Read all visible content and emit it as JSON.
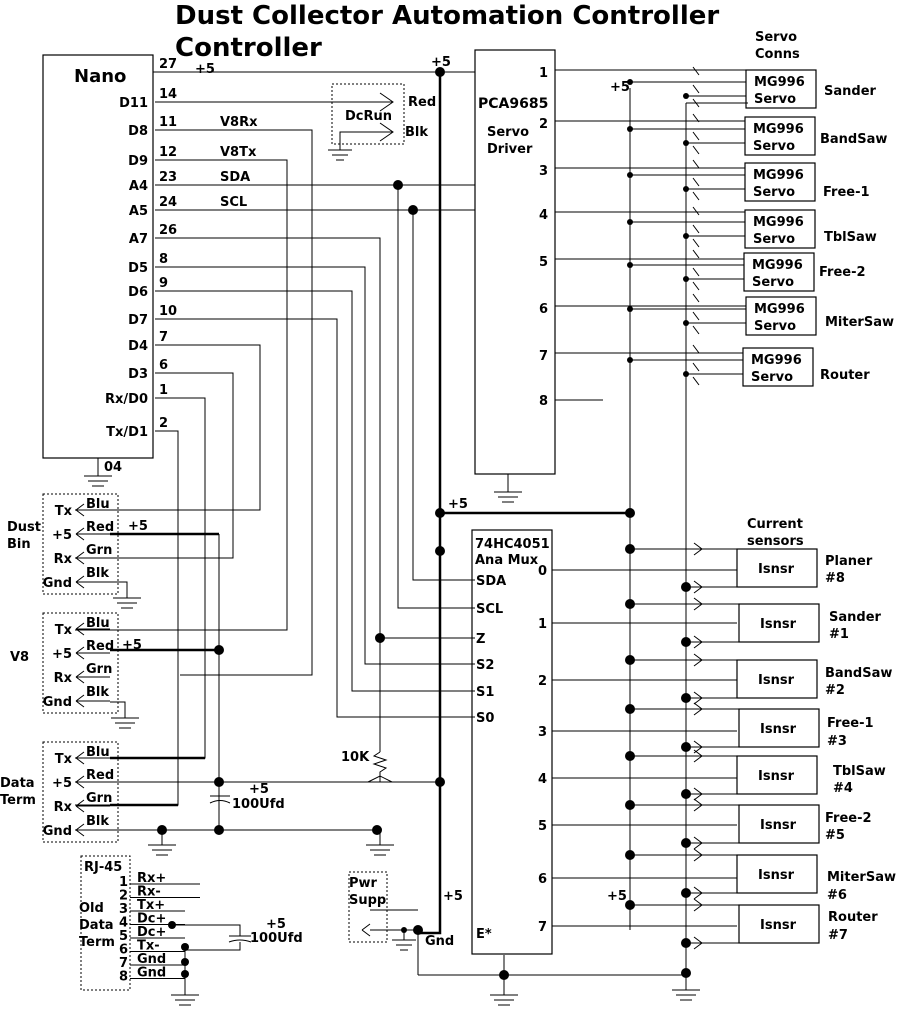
{
  "title": "Dust Collector Automation Controller",
  "nano": {
    "label": "Nano",
    "pins": [
      {
        "num": "27",
        "name": "",
        "net": "+5"
      },
      {
        "num": "14",
        "name": "D11",
        "net": ""
      },
      {
        "num": "11",
        "name": "D8",
        "net": "V8Rx"
      },
      {
        "num": "12",
        "name": "D9",
        "net": "V8Tx"
      },
      {
        "num": "23",
        "name": "A4",
        "net": "SDA"
      },
      {
        "num": "24",
        "name": "A5",
        "net": "SCL"
      },
      {
        "num": "26",
        "name": "A7",
        "net": ""
      },
      {
        "num": "8",
        "name": "D5",
        "net": ""
      },
      {
        "num": "9",
        "name": "D6",
        "net": ""
      },
      {
        "num": "10",
        "name": "D7",
        "net": ""
      },
      {
        "num": "7",
        "name": "D4",
        "net": ""
      },
      {
        "num": "6",
        "name": "D3",
        "net": ""
      },
      {
        "num": "1",
        "name": "Rx/D0",
        "net": ""
      },
      {
        "num": "2",
        "name": "Tx/D1",
        "net": ""
      }
    ],
    "gnd_pin": "04"
  },
  "dcrun": {
    "label": "DcRun",
    "red": "Red",
    "blk": "Blk"
  },
  "pca": {
    "name": "PCA9685",
    "sub1": "Servo",
    "sub2": "Driver",
    "pins": [
      "1",
      "2",
      "3",
      "4",
      "5",
      "6",
      "7",
      "8"
    ]
  },
  "servo_header": {
    "line1": "Servo",
    "line2": "Conns"
  },
  "servos": [
    {
      "line1": "MG996",
      "line2": "Servo",
      "tool": "Sander"
    },
    {
      "line1": "MG996",
      "line2": "Servo",
      "tool": "BandSaw"
    },
    {
      "line1": "MG996",
      "line2": "Servo",
      "tool": "Free-1"
    },
    {
      "line1": "MG996",
      "line2": "Servo",
      "tool": "TblSaw"
    },
    {
      "line1": "MG996",
      "line2": "Servo",
      "tool": "Free-2"
    },
    {
      "line1": "MG996",
      "line2": "Servo",
      "tool": "MiterSaw"
    },
    {
      "line1": "MG996",
      "line2": "Servo",
      "tool": "Router"
    }
  ],
  "mux": {
    "name1": "74HC4051",
    "name2": "Ana Mux",
    "left_pins": [
      "SDA",
      "SCL",
      "Z",
      "S2",
      "S1",
      "S0",
      "E*"
    ],
    "right_pins": [
      "0",
      "1",
      "2",
      "3",
      "4",
      "5",
      "6",
      "7"
    ]
  },
  "sensor_header": {
    "line1": "Current",
    "line2": "sensors"
  },
  "sensors": [
    {
      "label": "Isnsr",
      "tool": "Planer",
      "num": "#8"
    },
    {
      "label": "Isnsr",
      "tool": "Sander",
      "num": "#1"
    },
    {
      "label": "Isnsr",
      "tool": "BandSaw",
      "num": "#2"
    },
    {
      "label": "Isnsr",
      "tool": "Free-1",
      "num": "#3"
    },
    {
      "label": "Isnsr",
      "tool": "TblSaw",
      "num": "#4"
    },
    {
      "label": "Isnsr",
      "tool": "Free-2",
      "num": "#5"
    },
    {
      "label": "Isnsr",
      "tool": "MiterSaw",
      "num": "#6"
    },
    {
      "label": "Isnsr",
      "tool": "Router",
      "num": "#7"
    }
  ],
  "dust_bin": {
    "line1": "Dust",
    "line2": "Bin",
    "pins": [
      "Tx",
      "+5",
      "Rx",
      "Gnd"
    ],
    "wires": [
      "Blu",
      "Red",
      "Grn",
      "Blk"
    ]
  },
  "v8": {
    "label": "V8",
    "pins": [
      "Tx",
      "+5",
      "Rx",
      "Gnd"
    ],
    "wires": [
      "Blu",
      "Red",
      "Grn",
      "Blk"
    ]
  },
  "data_term": {
    "line1": "Data",
    "line2": "Term",
    "pins": [
      "Tx",
      "+5",
      "Rx",
      "Gnd"
    ],
    "wires": [
      "Blu",
      "Red",
      "Grn",
      "Blk"
    ]
  },
  "rj45": {
    "label": "RJ-45",
    "line1": "Old",
    "line2": "Data",
    "line3": "Term",
    "pins": [
      "1",
      "2",
      "3",
      "4",
      "5",
      "6",
      "7",
      "8"
    ],
    "signals": [
      "Rx+",
      "Rx-",
      "Tx+",
      "Dc+",
      "Dc+",
      "Tx-",
      "Gnd",
      "Gnd"
    ]
  },
  "pwr": {
    "line1": "Pwr",
    "line2": "Supp",
    "gnd": "Gnd"
  },
  "misc": {
    "plus5": "+5",
    "cap": "100Ufd",
    "pot": "10K"
  }
}
